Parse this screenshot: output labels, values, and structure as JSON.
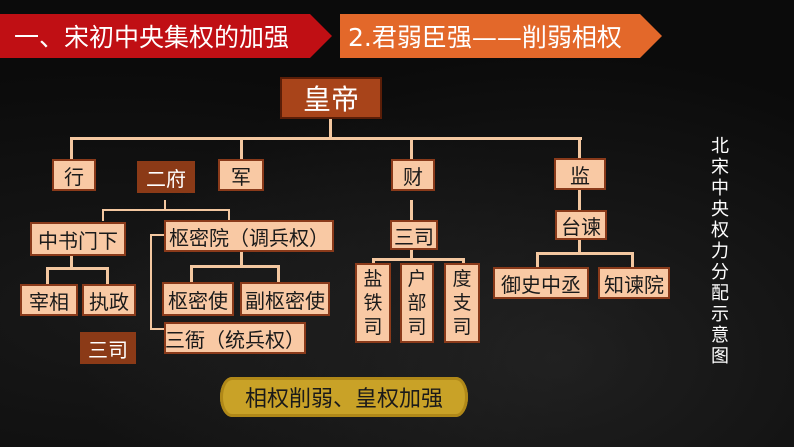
{
  "header": {
    "section_title": "一、宋初中央集权的加强",
    "subtitle": "2.君弱臣强——削弱相权"
  },
  "diagram": {
    "emperor": "皇帝",
    "branches": {
      "xing": "行",
      "er_fu": "二府",
      "jun": "军",
      "cai": "财",
      "jian": "监"
    },
    "zhongshumenxia": "中书门下",
    "zaixiang": "宰相",
    "zhizheng": "执政",
    "shumiyuan": "枢密院（调兵权）",
    "shumishi": "枢密使",
    "fu_shumishi": "副枢密使",
    "san_ya": "三衙（统兵权）",
    "san_si_label": "三司",
    "san_si_box": "三司",
    "yantiesi": [
      "盐",
      "铁",
      "司"
    ],
    "hubusi": [
      "户",
      "部",
      "司"
    ],
    "duzhisi": [
      "度",
      "支",
      "司"
    ],
    "taijian": "台谏",
    "yushizhongcheng": "御史中丞",
    "zhijianyuan": "知谏院",
    "vertical_title": "北宋中央权力分配示意图",
    "summary": "相权削弱、皇权加强"
  }
}
